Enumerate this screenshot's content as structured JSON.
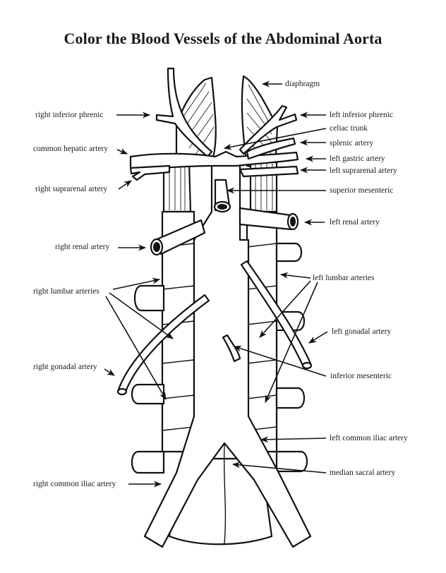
{
  "title": "Color the Blood Vessels of the Abdominal Aorta",
  "labels": {
    "right": {
      "diaphragm": "diaphragm",
      "left_inferior_phrenic": "left inferior phrenic",
      "celiac_trunk": "celiac trunk",
      "splenic_artery": "splenic artery",
      "left_gastric_artery": "left gastric artery",
      "left_suprarenal_artery": "left suprarenal artery",
      "superior_mesenteric": "superior mesenteric",
      "left_renal_artery": "left renal artery",
      "left_lumbar_arteries": "left lumbar arteries",
      "left_gonadal_artery": "left gonadal artery",
      "inferior_mesenteric": "inferior mesenteric",
      "left_common_iliac_artery": "left common iliac artery",
      "median_sacral_artery": "median sacral artery"
    },
    "left": {
      "right_inferior_phrenic": "right inferior phrenic",
      "common_hepatic_artery": "common hepatic artery",
      "right_suprarenal_artery": "right suprarenal artery",
      "right_renal_artery": "right renal artery",
      "right_lumbar_arteries": "right lumbar arteries",
      "right_gonadal_artery": "right gonadal artery",
      "right_common_iliac_artery": "right common iliac artery"
    }
  },
  "colors": {
    "ink": "#111111",
    "background": "#ffffff"
  }
}
